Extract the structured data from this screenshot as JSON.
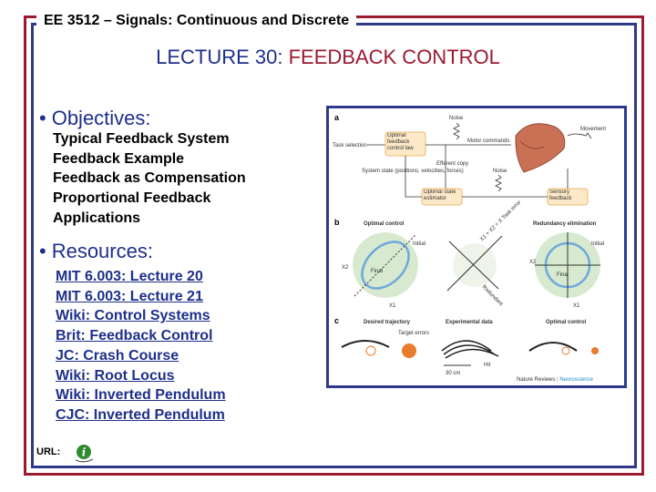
{
  "header": {
    "course": "EE 3512 – Signals: Continuous and Discrete"
  },
  "title": {
    "prefix": "LECTURE 30: ",
    "accent": "FEEDBACK CONTROL"
  },
  "objectives": {
    "heading": "Objectives:",
    "items": [
      "Typical Feedback System",
      "Feedback Example",
      "Feedback as Compensation",
      "Proportional Feedback",
      "Applications"
    ]
  },
  "resources": {
    "heading": "Resources:",
    "links": [
      "MIT 6.003: Lecture 20",
      "MIT 6.003: Lecture 21",
      "Wiki: Control Systems",
      "Brit: Feedback Control",
      "JC: Crash Course",
      "Wiki: Root Locus",
      "Wiki: Inverted Pendulum",
      "CJC: Inverted Pendulum"
    ]
  },
  "footer": {
    "url_label": "URL:",
    "icon": "info-icon"
  },
  "figure": {
    "panel_a": {
      "label": "a",
      "noise_top": "Noise",
      "noise_mid": "Noise",
      "task_selection": "Task selection",
      "controller": "Optimal feedback control law",
      "motor_commands": "Motor commands",
      "efferent_copy": "Efferent copy",
      "movement": "Movement",
      "system_state": "System state (positions, velocities, forces)",
      "estimator": "Optimal state estimator",
      "sensory": "Sensory feedback"
    },
    "panel_b": {
      "label": "b",
      "optimal_control": "Optimal control",
      "redundancy": "Redundancy elimination",
      "initial": "Initial",
      "final": "Final",
      "task_error": "X1 + X2 = X Task error",
      "redundant": "Redundant",
      "x1": "X1",
      "x2": "X2"
    },
    "panel_c": {
      "label": "c",
      "desired": "Desired trajectory",
      "experimental": "Experimental data",
      "optimal": "Optimal control",
      "target_errors": "Target errors",
      "scale": "30 cm",
      "hit": "Hit"
    },
    "credit_a": "Nature Reviews",
    "credit_b": "Neuroscience"
  },
  "colors": {
    "red": "#9b1b30",
    "blue": "#1e2f8c",
    "green_circle": "#cfe5c8",
    "blue_ellipse": "#6fa8dc",
    "orange": "#e87b2c"
  }
}
